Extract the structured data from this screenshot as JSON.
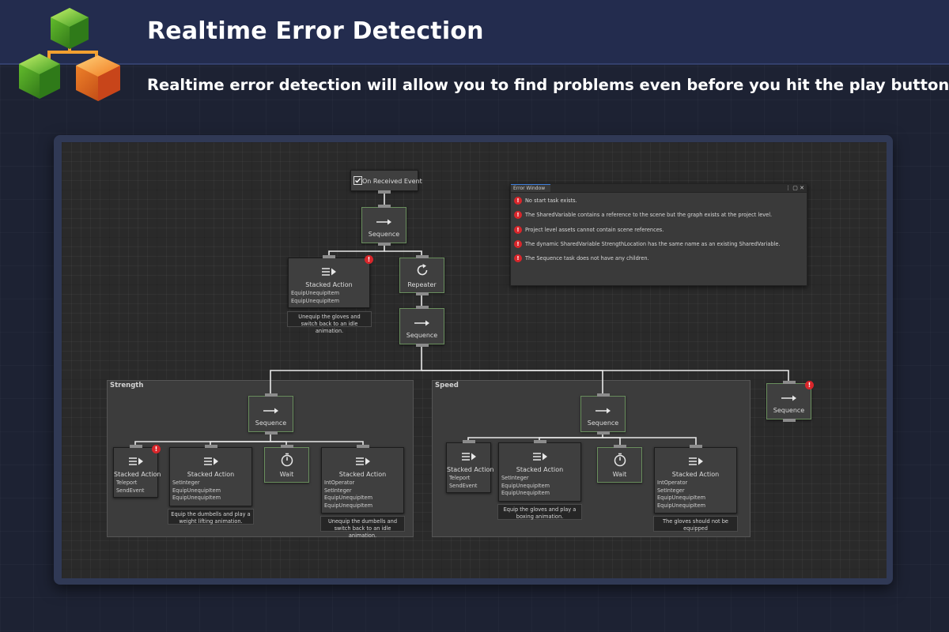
{
  "header": {
    "title": "Realtime Error Detection",
    "subtitle": "Realtime error detection will allow you to find problems even before you hit the play button."
  },
  "colors": {
    "banner": "#232c4e",
    "frame": "#303955",
    "canvas": "#2a2a2a",
    "node": "#3f3f3f",
    "active_border": "#6a8f5e",
    "error_badge": "#d9262b"
  },
  "graph": {
    "entry": {
      "label": "On Received Event",
      "icon": "checkbox-icon"
    },
    "root_sequence": {
      "label": "Sequence",
      "icon": "arrow-right-icon"
    },
    "stacked_top": {
      "label": "Stacked Action",
      "items": [
        "EquipUnequipItem",
        "EquipUnequipItem"
      ],
      "comment": "Unequip the gloves and switch back to an idle animation.",
      "has_error": true
    },
    "repeater": {
      "label": "Repeater",
      "icon": "refresh-icon"
    },
    "mid_sequence": {
      "label": "Sequence"
    },
    "right_sequence": {
      "label": "Sequence",
      "has_error": true
    },
    "groups": {
      "strength": {
        "label": "Strength",
        "sequence": "Sequence",
        "stacked1": {
          "label": "Stacked Action",
          "items": [
            "Teleport",
            "SendEvent"
          ],
          "has_error": true
        },
        "stacked2": {
          "label": "Stacked Action",
          "items": [
            "SetInteger",
            "EquipUnequipItem",
            "EquipUnequipItem"
          ],
          "comment": "Equip the dumbells and play a weight lifting animation."
        },
        "wait": {
          "label": "Wait",
          "icon": "timer-icon"
        },
        "stacked3": {
          "label": "Stacked Action",
          "items": [
            "IntOperator",
            "SetInteger",
            "EquipUnequipItem",
            "EquipUnequipItem"
          ],
          "comment": "Unequip the dumbells and switch back to an idle animation."
        }
      },
      "speed": {
        "label": "Speed",
        "sequence": "Sequence",
        "stacked1": {
          "label": "Stacked Action",
          "items": [
            "Teleport",
            "SendEvent"
          ]
        },
        "stacked2": {
          "label": "Stacked Action",
          "items": [
            "SetInteger",
            "EquipUnequipItem",
            "EquipUnequipItem"
          ],
          "comment": "Equip the gloves and play a boxing animation."
        },
        "wait": {
          "label": "Wait",
          "icon": "timer-icon"
        },
        "stacked3": {
          "label": "Stacked Action",
          "items": [
            "IntOperator",
            "SetInteger",
            "EquipUnequipItem",
            "EquipUnequipItem"
          ],
          "comment": "The gloves should not be equipped"
        }
      }
    }
  },
  "error_window": {
    "tab": "Error Window",
    "controls": "⋮ ▢ ✕",
    "errors": [
      "No start task exists.",
      "The SharedVariable  contains a reference to the scene but the graph exists at the project level.",
      "Project level assets cannot contain scene references.",
      "The dynamic SharedVariable StrengthLocation has the same name as an existing SharedVariable.",
      "The Sequence task does not have any children."
    ]
  }
}
